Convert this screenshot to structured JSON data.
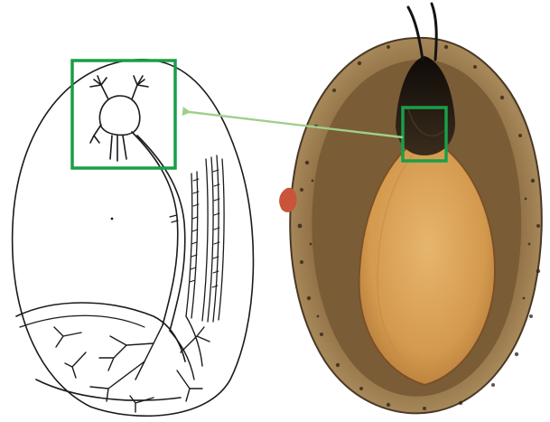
{
  "colors": {
    "background": "#ffffff",
    "drawing_stroke": "#1a1a1a",
    "highlight_box": "#1a9e48",
    "arrow": "#9fd08a",
    "shell_rim_outer": "#5a4530",
    "shell_rim": "#9a7a4e",
    "mantle": "#7a5c36",
    "foot": "#d49a4e",
    "foot_light": "#e2b06a",
    "head": "#1e1812",
    "tentacle": "#141414",
    "cut_tissue": "#c8553a"
  },
  "icons": {
    "left_panel": "abalone-nervous-system-line-drawing",
    "right_panel": "abalone-photograph-ventral-view",
    "connector": "right-to-left-arrow"
  }
}
